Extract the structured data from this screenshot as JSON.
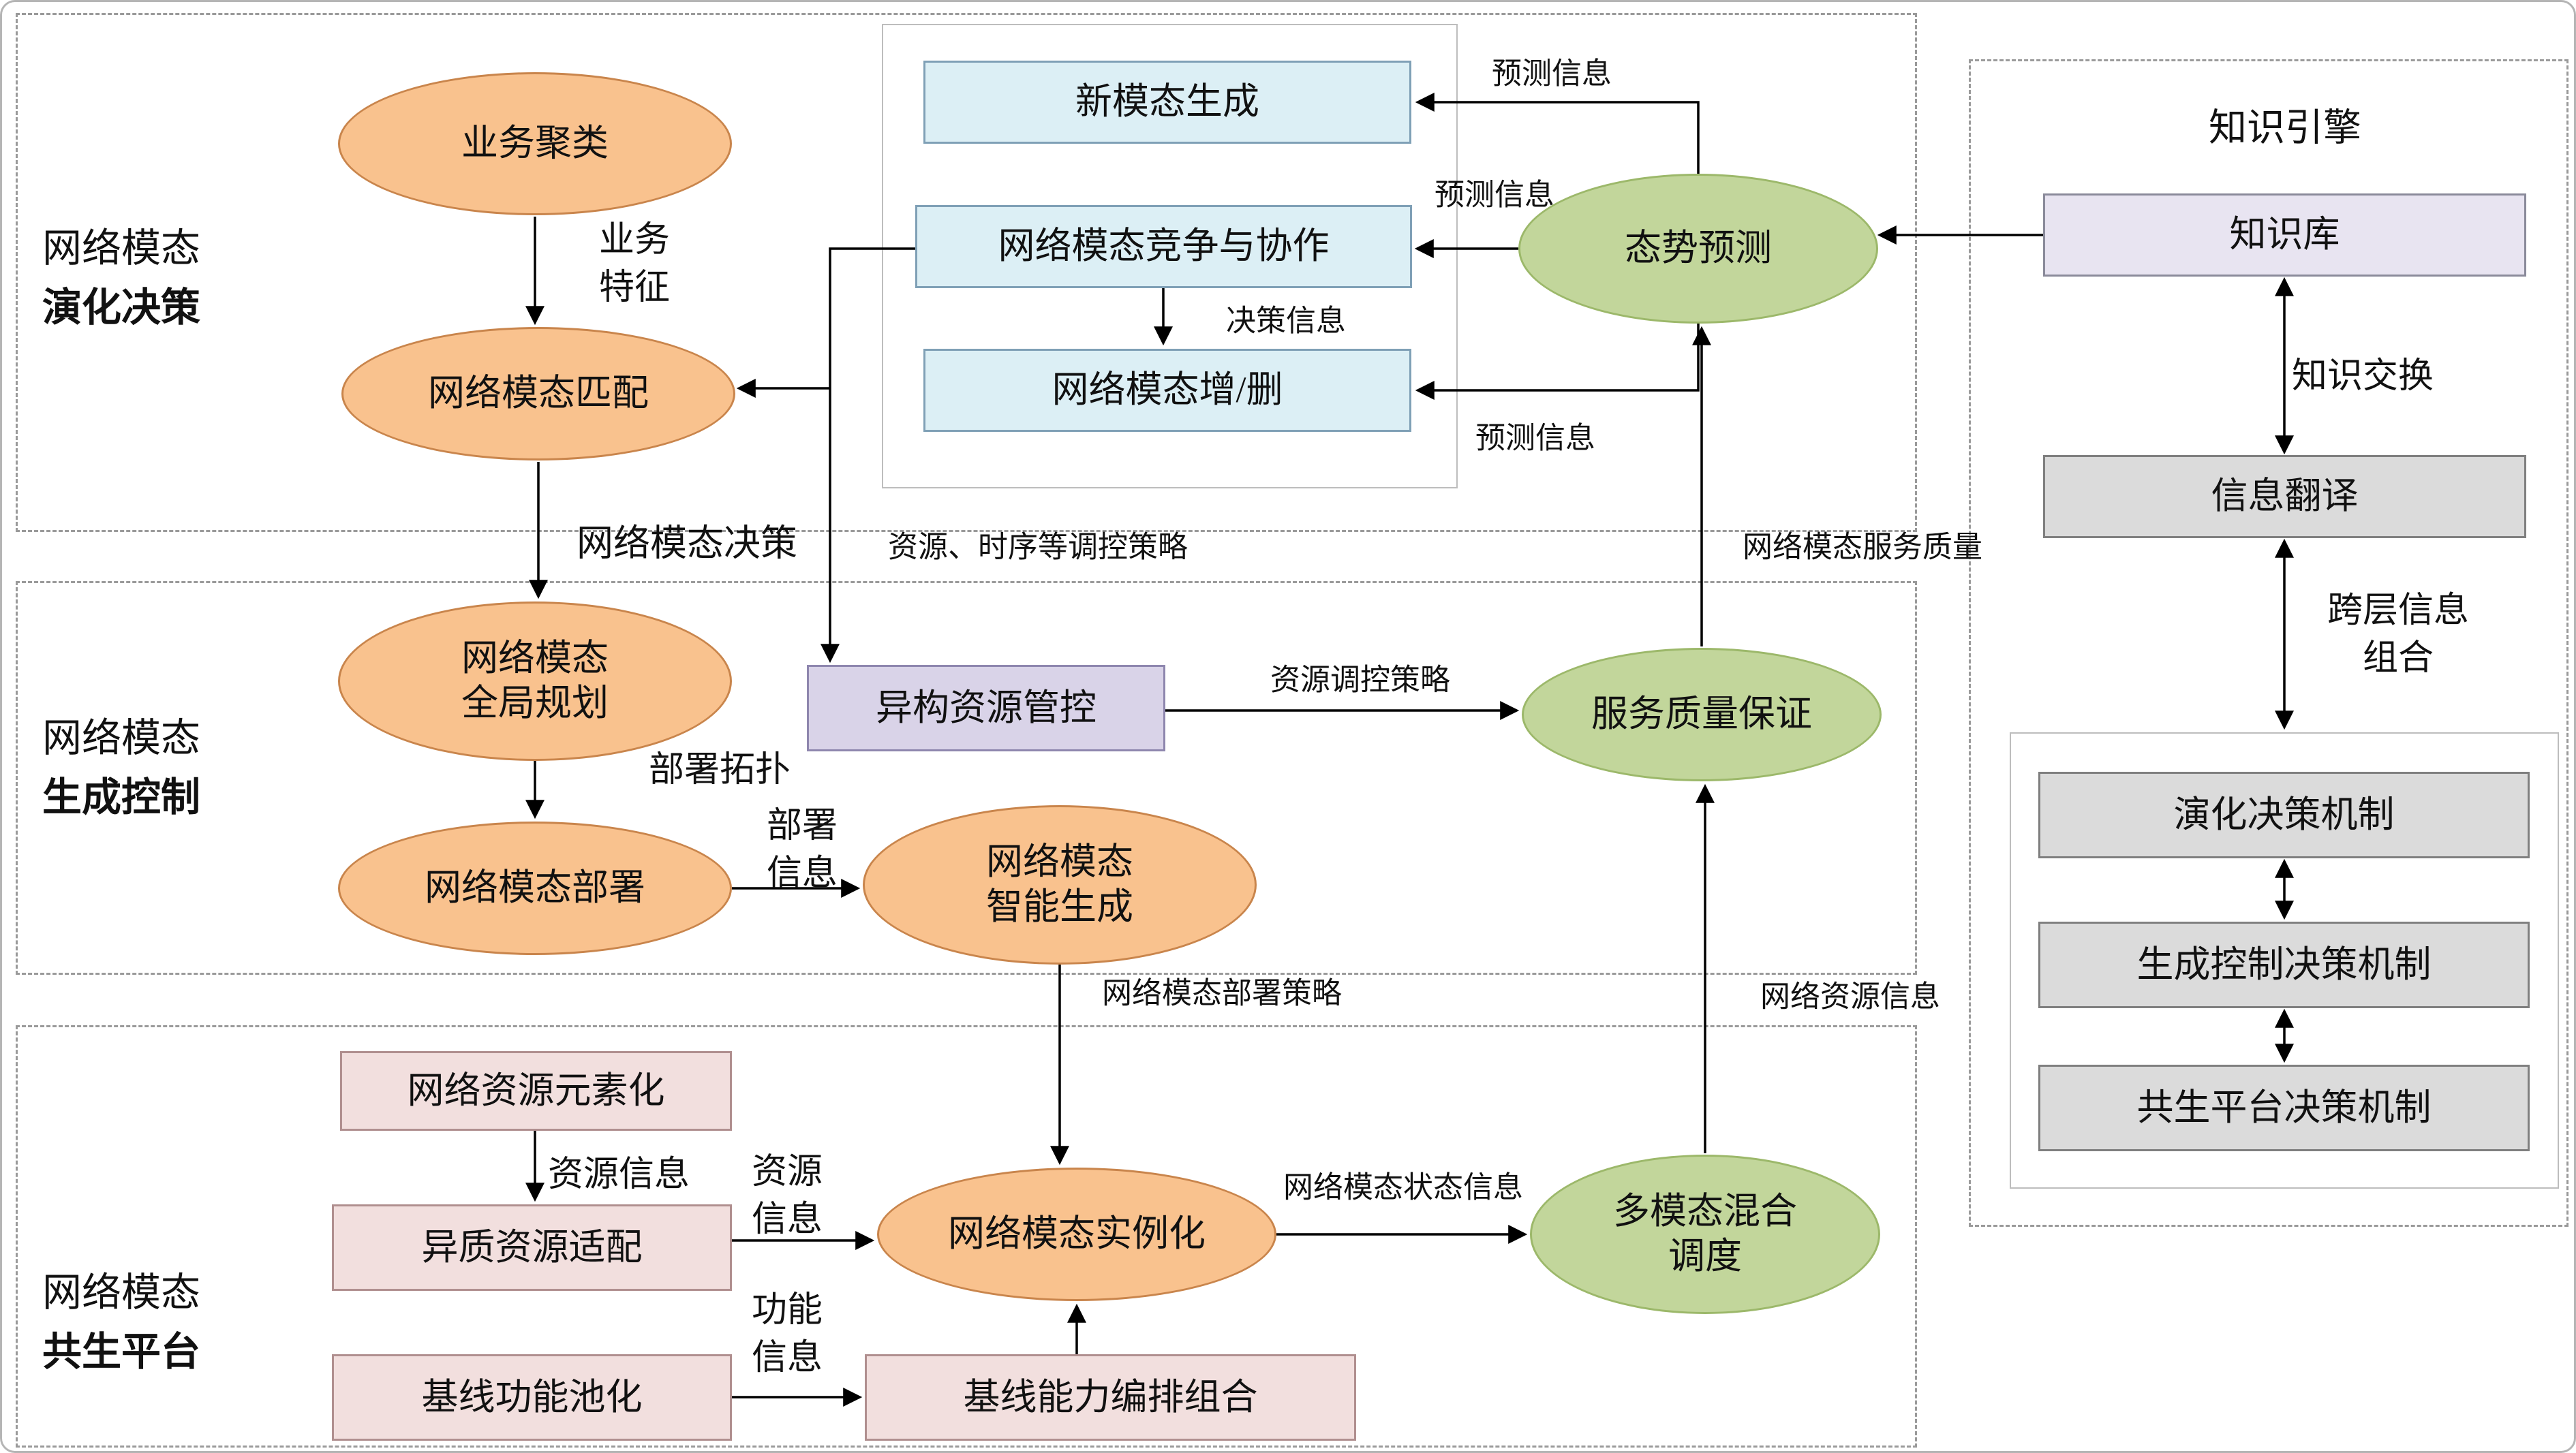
{
  "regions": {
    "evolution": {
      "line1": "网络模态",
      "line2": "演化决策"
    },
    "generation": {
      "line1": "网络模态",
      "line2": "生成控制"
    },
    "symbiosis": {
      "line1": "网络模态",
      "line2": "共生平台"
    },
    "knowledge": {
      "title": "知识引擎"
    }
  },
  "nodes": {
    "business_clustering": "业务聚类",
    "modality_matching": "网络模态匹配",
    "new_modality_generation": "新模态生成",
    "competition_collaboration": "网络模态竞争与协作",
    "modality_add_delete": "网络模态增/删",
    "situation_prediction": "态势预测",
    "global_planning": "网络模态\n全局规划",
    "modality_deployment": "网络模态部署",
    "intelligent_generation": "网络模态\n智能生成",
    "heterogeneous_resource_control": "异构资源管控",
    "qos_assurance": "服务质量保证",
    "resource_elementization": "网络资源元素化",
    "resource_adaptation": "异质资源适配",
    "function_pooling": "基线功能池化",
    "capability_orchestration": "基线能力编排组合",
    "modality_instantiation": "网络模态实例化",
    "multimodal_scheduling": "多模态混合\n调度",
    "knowledge_base": "知识库",
    "info_translation": "信息翻译",
    "evolution_mechanism": "演化决策机制",
    "generation_control_mechanism": "生成控制决策机制",
    "symbiosis_platform_mechanism": "共生平台决策机制"
  },
  "edge_labels": {
    "business_features": "业务\n特征",
    "prediction_info_1": "预测信息",
    "prediction_info_2": "预测信息",
    "prediction_info_3": "预测信息",
    "decision_info": "决策信息",
    "modality_decision": "网络模态决策",
    "resource_timing_strategy": "资源、时序等调控策略",
    "modality_service_quality": "网络模态服务质量",
    "deployment_topology": "部署拓扑",
    "deployment_info": "部署\n信息",
    "resource_control_strategy": "资源调控策略",
    "modality_deployment_strategy": "网络模态部署策略",
    "network_resource_info": "网络资源信息",
    "resource_info": "资源信息",
    "resource_info_2": "资源\n信息",
    "function_info": "功能\n信息",
    "modality_state_info": "网络模态状态信息",
    "knowledge_exchange": "知识交换",
    "cross_layer_combination": "跨层信息组合"
  },
  "colors": {
    "orange_fill": "#F9C28E",
    "orange_border": "#C9854C",
    "green_fill": "#C2D69B",
    "green_border": "#9CB86A",
    "blue_fill": "#DCEFF5",
    "blue_border": "#7FA0B6",
    "purple_fill": "#D9D3E8",
    "purple_border": "#8E86AE",
    "pink_fill": "#F2DFDE",
    "pink_border": "#B08F8F",
    "lavender_fill": "#E8E4F1",
    "gray_fill": "#DBDBDB",
    "line": "#000000",
    "dashed_border": "#9A9A9A"
  }
}
